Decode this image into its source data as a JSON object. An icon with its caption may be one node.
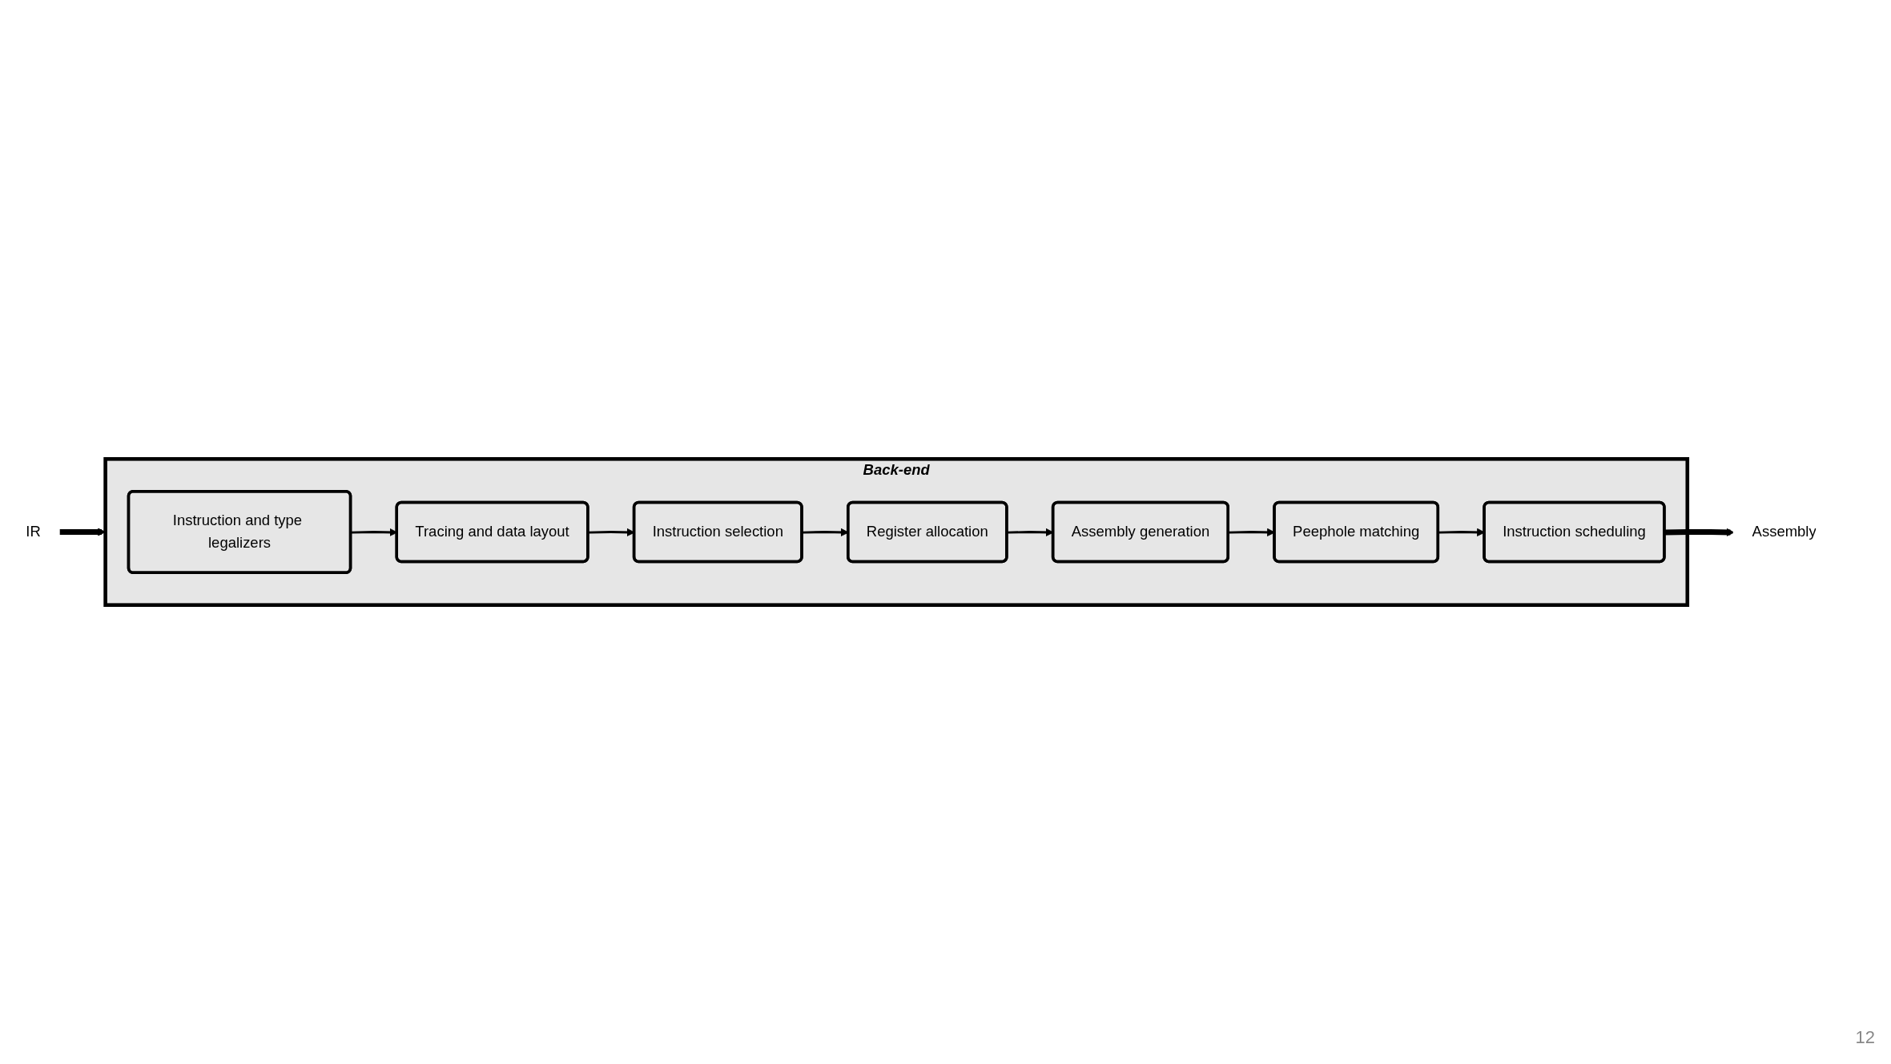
{
  "diagram": {
    "nodes": [
      {
        "text": [
          "IR"
        ]
      },
      {
        "text": [
          "Back-end"
        ]
      },
      {
        "text": [
          "Instruction and type legalizers"
        ],
        "in": 1
      },
      {
        "text": [
          "Tracing and data layout"
        ],
        "in": 1
      },
      {
        "text": [
          "Instruction selection"
        ],
        "in": 1
      },
      {
        "text": [
          "Register allocation"
        ],
        "in": 1
      },
      {
        "text": [
          "Assembly generation"
        ],
        "in": 1
      },
      {
        "text": [
          "Peephole matching"
        ],
        "in": 1
      },
      {
        "text": [
          "Instruction scheduling"
        ],
        "in": 1
      },
      {
        "text": [
          "Assembly"
        ]
      }
    ],
    "edges": [
      {
        "from": 0,
        "to": 1,
        "arrow": "to",
        "style": "thick"
      },
      {
        "from": 2,
        "to": 3,
        "arrow": "to"
      },
      {
        "from": 3,
        "to": 4,
        "arrow": "to"
      },
      {
        "from": 4,
        "to": 5,
        "arrow": "to"
      },
      {
        "from": 5,
        "to": 6,
        "arrow": "to"
      },
      {
        "from": 6,
        "to": 7,
        "arrow": "to"
      },
      {
        "from": 7,
        "to": 8,
        "arrow": "to"
      },
      {
        "from": 8,
        "to": 9,
        "arrow": "to",
        "style": "thick"
      }
    ],
    "labels": [
      "12"
    ]
  }
}
